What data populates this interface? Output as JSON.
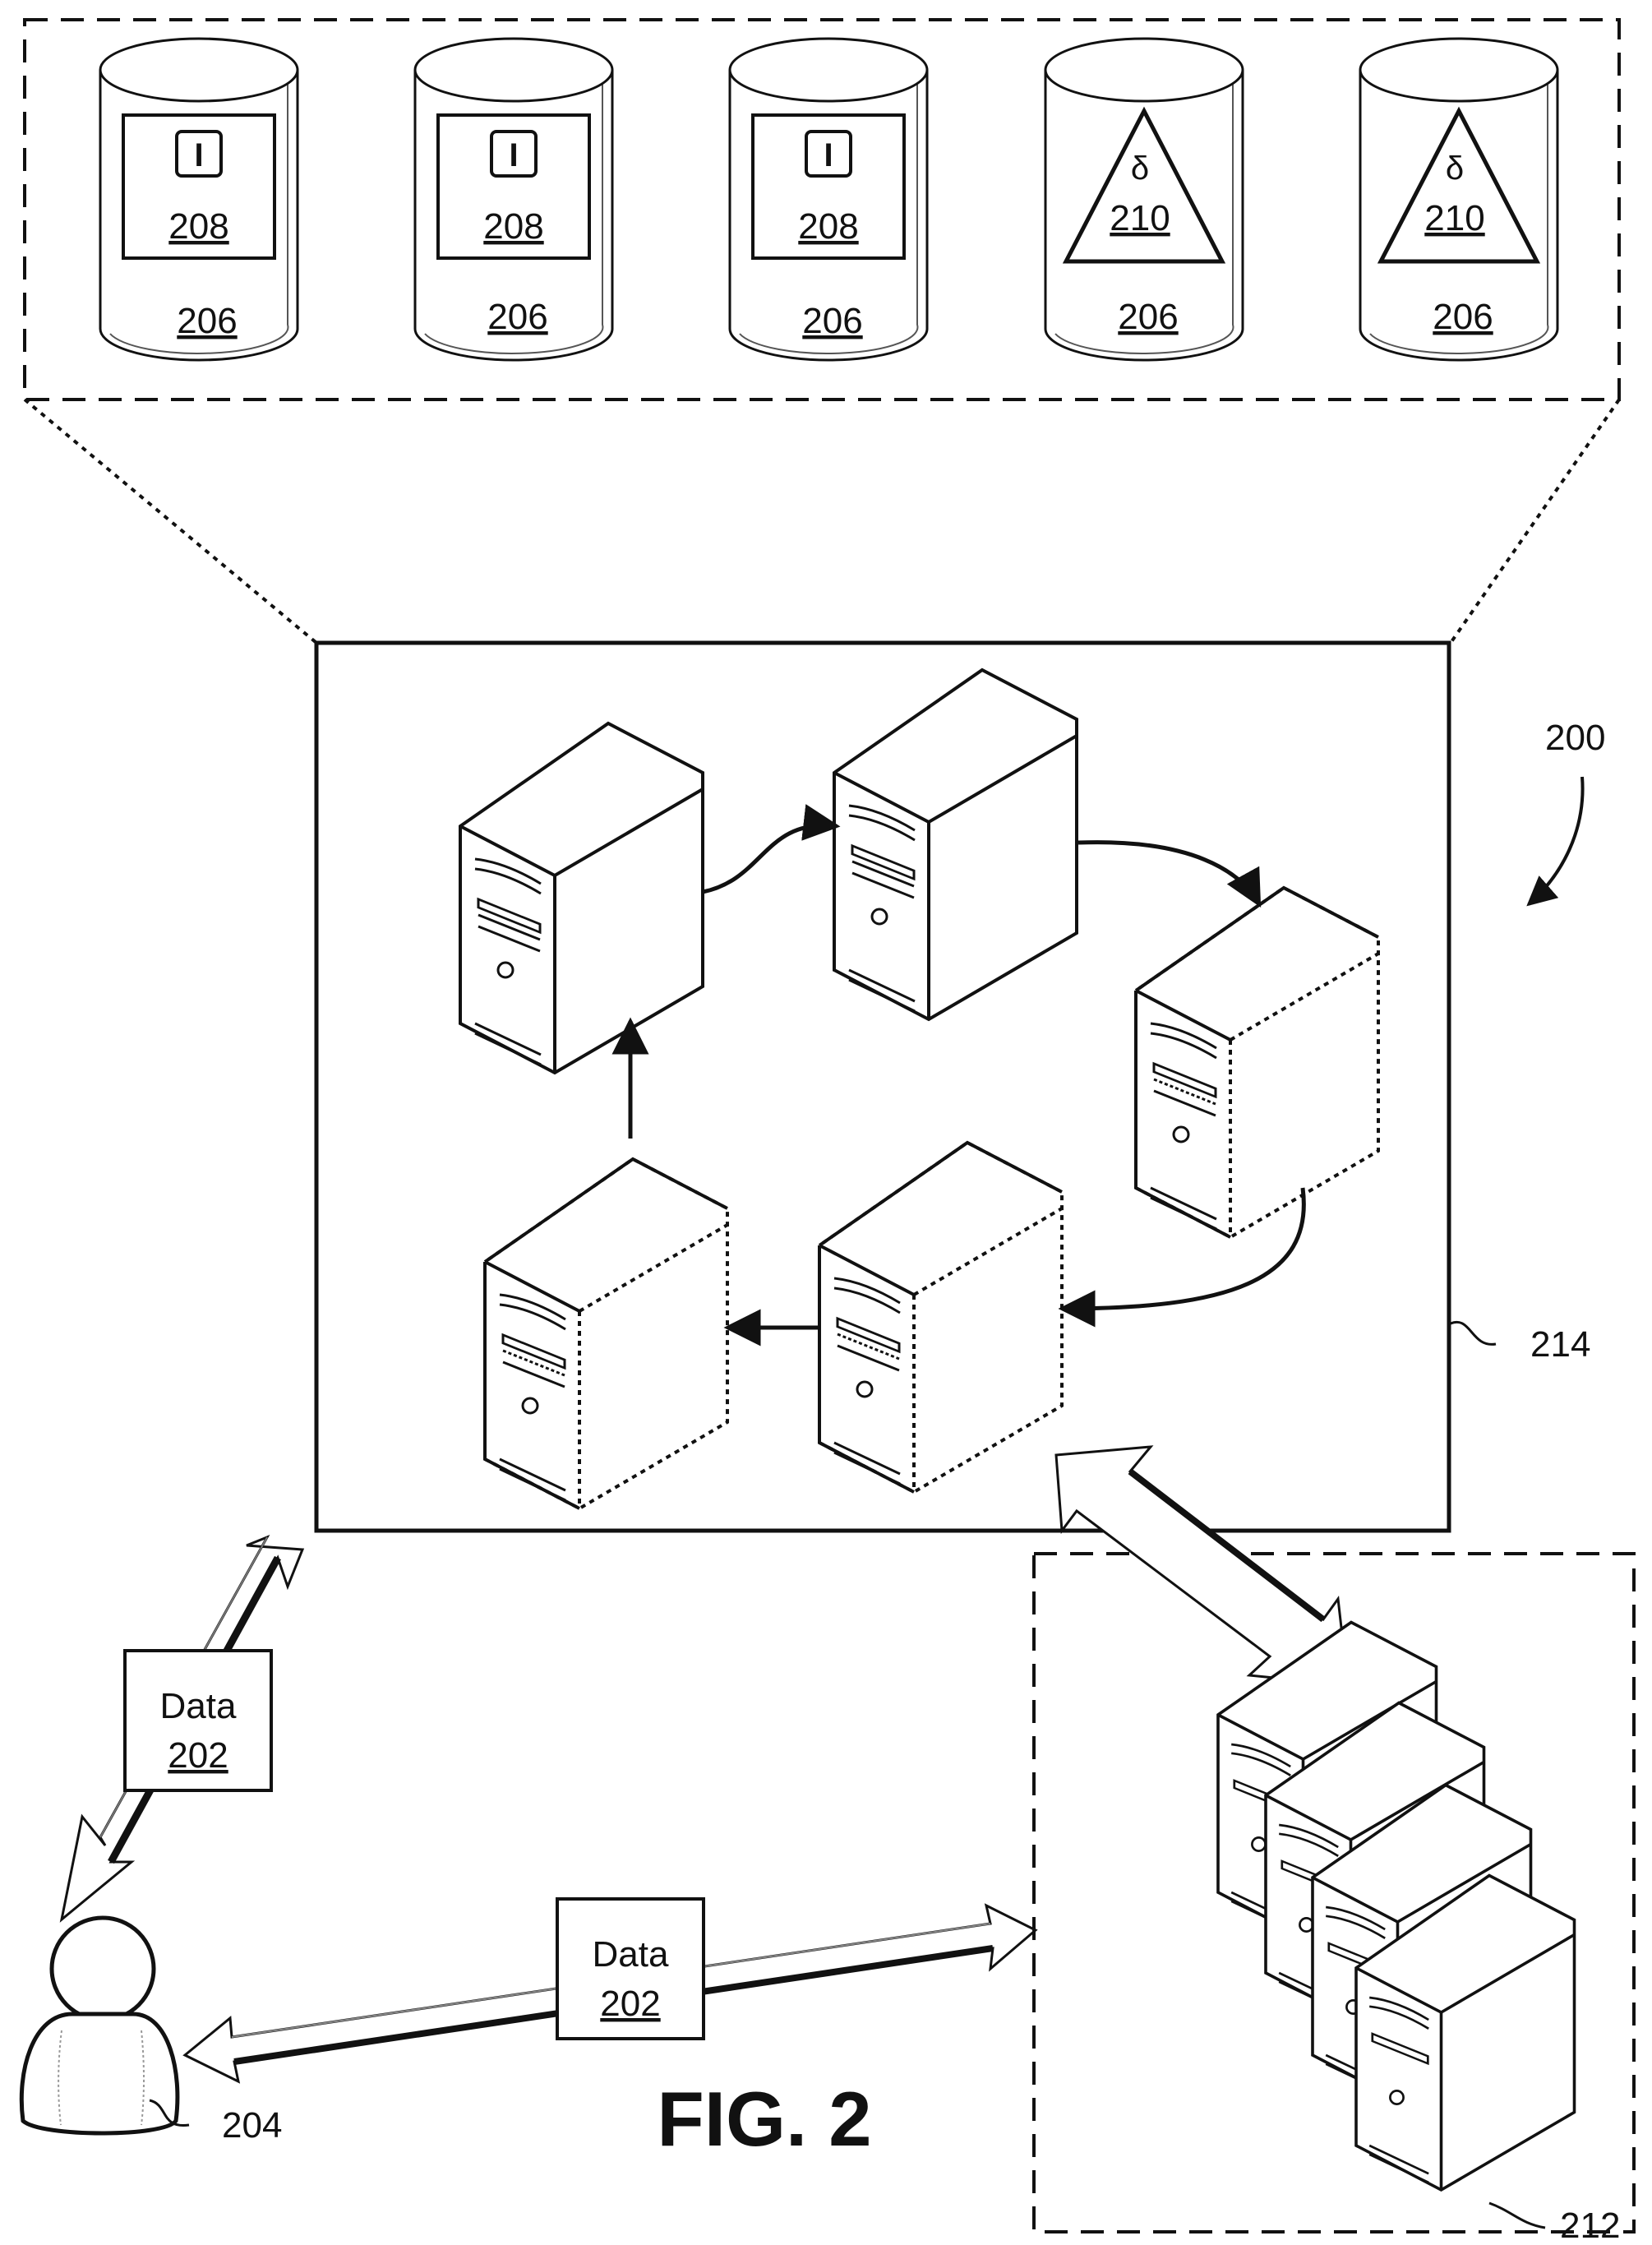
{
  "figure": {
    "caption": "FIG. 2"
  },
  "storage": {
    "node_ref": "206",
    "items": [
      {
        "symbol": "I",
        "ref": "208",
        "shape": "box"
      },
      {
        "symbol": "I",
        "ref": "208",
        "shape": "box"
      },
      {
        "symbol": "I",
        "ref": "208",
        "shape": "box"
      },
      {
        "symbol": "δ",
        "ref": "210",
        "shape": "triangle"
      },
      {
        "symbol": "δ",
        "ref": "210",
        "shape": "triangle"
      }
    ]
  },
  "refs": {
    "system": "200",
    "cluster_box": "214",
    "user": "204",
    "remote_cluster": "212"
  },
  "data_boxes": [
    {
      "label": "Data",
      "ref": "202"
    },
    {
      "label": "Data",
      "ref": "202"
    }
  ],
  "colors": {
    "stroke": "#111111",
    "background": "#ffffff"
  }
}
